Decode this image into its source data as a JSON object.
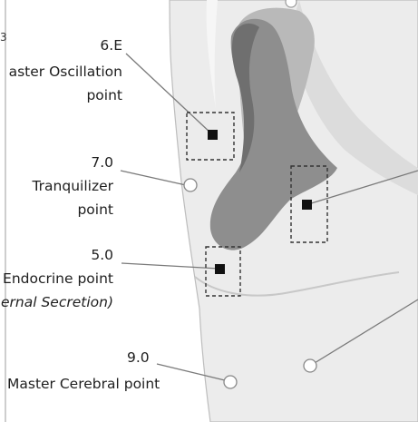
{
  "diagram": {
    "points": [
      {
        "id": "6",
        "code": "6.E",
        "name_line1": "aster Oscillation",
        "name_line2": "point"
      },
      {
        "id": "7",
        "code": "7.0",
        "name_line1": "Tranquilizer",
        "name_line2": "point"
      },
      {
        "id": "5",
        "code": "5.0",
        "name_line1": "Endocrine point",
        "name_line2": "ernal Secretion)"
      },
      {
        "id": "9",
        "code": "9.0",
        "name_line1": "Master Cerebral point"
      }
    ],
    "edge_glyph": "3"
  },
  "colors": {
    "skin": "#ececec",
    "skin_shadow": "#cfcfcf",
    "cavity": "#8e8e8e",
    "cavity_dark": "#6f6f6f",
    "line": "#7a7a7a",
    "marker": "#111111"
  }
}
